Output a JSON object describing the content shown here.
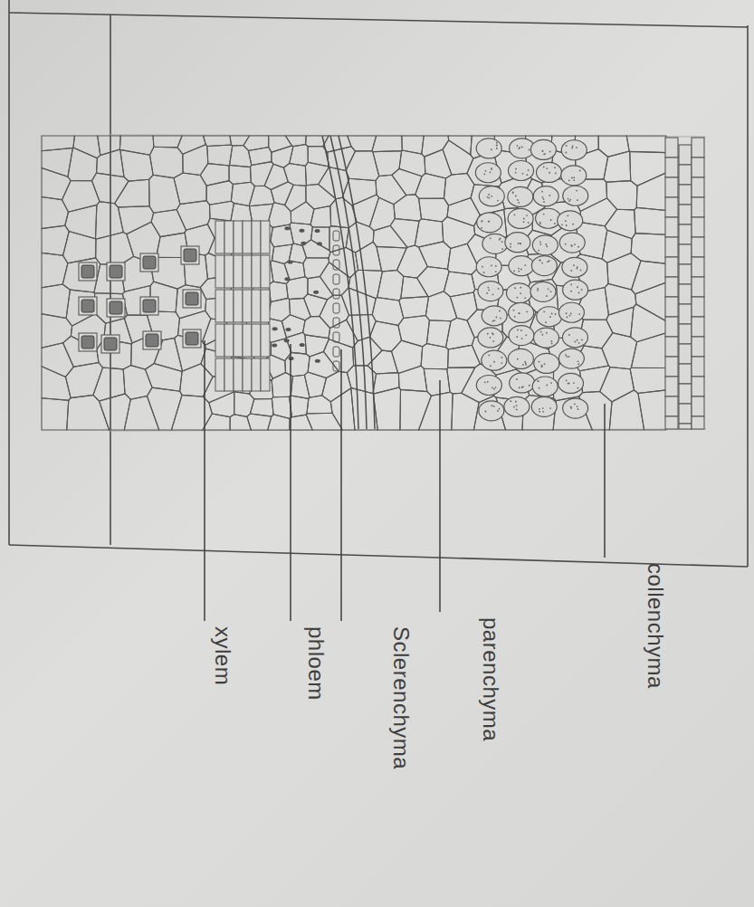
{
  "diagram": {
    "labels": [
      "xylem",
      "phloem",
      "Sclerenchyma",
      "parenchyma",
      "collenchyma"
    ]
  }
}
